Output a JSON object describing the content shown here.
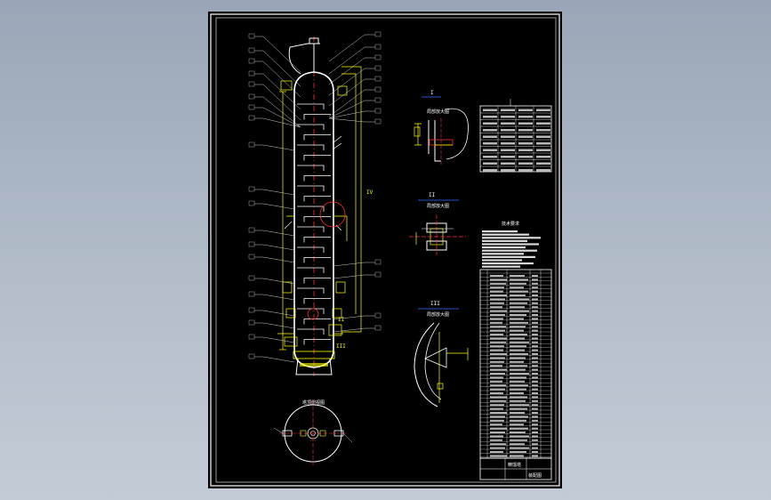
{
  "drawing": {
    "detail_labels": [
      "I",
      "II",
      "III",
      "IV"
    ],
    "top_view_label": "塔顶俯视图",
    "detail_caption": "局部放大图",
    "notes_title": "技术要求",
    "title_block": {
      "name": "精馏塔",
      "drawing_no": "装配图"
    }
  },
  "colors": {
    "background": "#000000",
    "paper_border": "#ffffff",
    "vessel": "#ffffff",
    "dimension": "#ffff00",
    "centerline": "#ff3030",
    "leader": "#cccccc",
    "note_text": "#ffffff",
    "accent_blue": "#3a6cff"
  }
}
